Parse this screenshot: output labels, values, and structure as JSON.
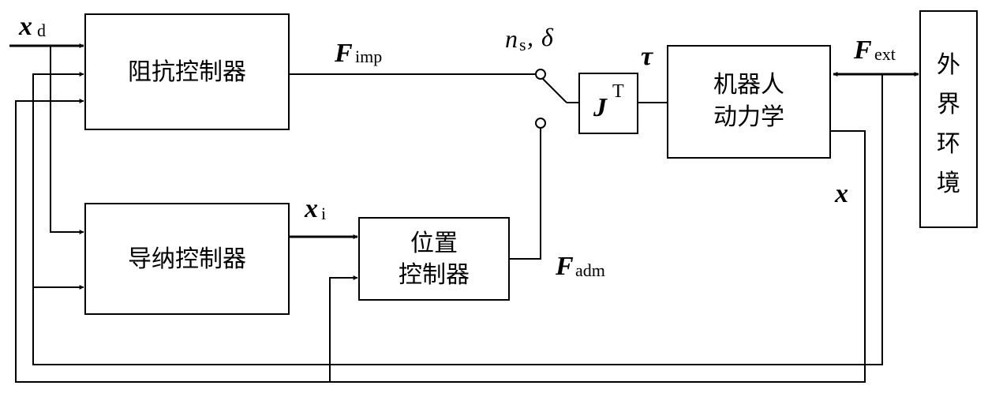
{
  "blocks": {
    "impedance": "阻抗控制器",
    "admittance": "导纳控制器",
    "position_line1": "位置",
    "position_line2": "控制器",
    "jacobian_main": "J",
    "jacobian_sup": "T",
    "robot_line1": "机器人",
    "robot_line2": "动力学",
    "env_chars": [
      "外",
      "界",
      "环",
      "境"
    ]
  },
  "signals": {
    "xd_main": "x",
    "xd_sub": "d",
    "fimp_main": "F",
    "fimp_sub": "imp",
    "switch_n": "n",
    "switch_n_sub": "s",
    "switch_sep": " ,",
    "switch_delta": "δ",
    "tau": "τ",
    "fext_main": "F",
    "fext_sub": "ext",
    "xi_main": "x",
    "xi_sub": "i",
    "fadm_main": "F",
    "fadm_sub": "adm",
    "x_feedback": "x"
  },
  "colors": {
    "line": "#000000",
    "background": "#ffffff"
  }
}
